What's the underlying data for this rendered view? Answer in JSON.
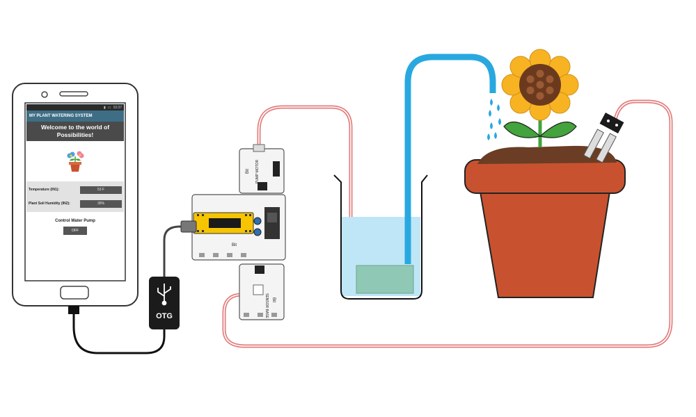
{
  "phone": {
    "app_title": "MY PLANT WATERING SYSTEM",
    "status_bar_time": "10:37",
    "welcome_text": "Welcome to the world of Possibilities!",
    "temperature_label": "Temperature (IN1):",
    "temperature_value": "53 F",
    "humidity_label": "Plant Soil Humidity (IN2):",
    "humidity_value": "35%",
    "control_title": "Control Water Pump",
    "pump_button_label": "OFF"
  },
  "adapter": {
    "label": "OTG"
  },
  "modules": {
    "pump_module": {
      "label": "PUMP MOTOR",
      "brand": "Bit"
    },
    "main_module": {
      "brand": "Bit"
    },
    "sensor_module": {
      "label": "SENSOR BASE",
      "brand": "Bit"
    }
  },
  "colors": {
    "wire": "#e37c7c",
    "water_tube": "#29a8e0",
    "water": "#bfe6f6",
    "pot": "#c8522f",
    "soil": "#6b3d24",
    "petal": "#f8b323",
    "flower_center": "#6b3a1e",
    "leaf": "#43a33c",
    "phone_app_bar": "#3e6e85"
  }
}
